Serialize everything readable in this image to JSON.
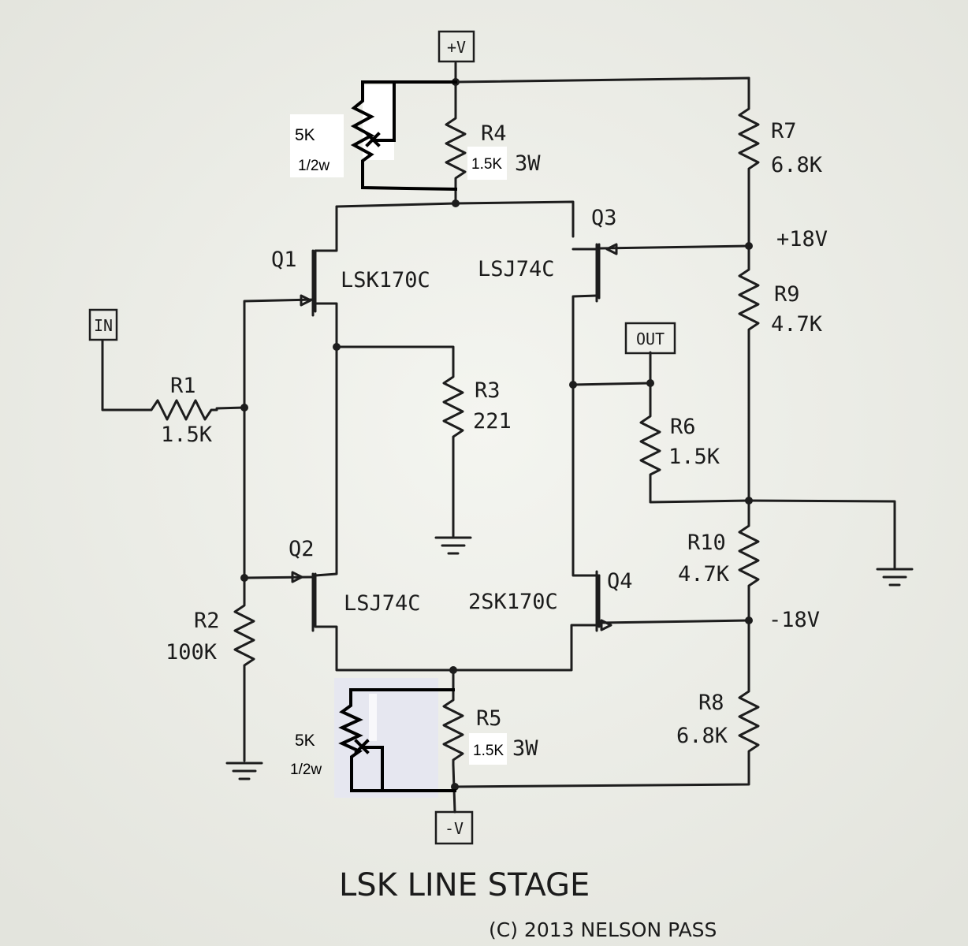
{
  "title": "LSK LINE STAGE",
  "copyright": "(C) 2013 NELSON PASS",
  "ports": {
    "vplus": "+V",
    "vminus": "-V",
    "in": "IN",
    "out": "OUT"
  },
  "rails": {
    "pos": "+18V",
    "neg": "-18V"
  },
  "transistors": {
    "q1": {
      "ref": "Q1",
      "part": "LSK170C"
    },
    "q2": {
      "ref": "Q2",
      "part": "LSJ74C"
    },
    "q3": {
      "ref": "Q3",
      "part": "LSJ74C"
    },
    "q4": {
      "ref": "Q4",
      "part": "2SK170C"
    }
  },
  "resistors": {
    "r1": {
      "ref": "R1",
      "value": "1.5K"
    },
    "r2": {
      "ref": "R2",
      "value": "100K"
    },
    "r3": {
      "ref": "R3",
      "value": "221"
    },
    "r4": {
      "ref": "R4",
      "value": "1.5K",
      "power": "3W"
    },
    "r5": {
      "ref": "R5",
      "value": "1.5K",
      "power": "3W"
    },
    "r6": {
      "ref": "R6",
      "value": "1.5K"
    },
    "r7": {
      "ref": "R7",
      "value": "6.8K"
    },
    "r8": {
      "ref": "R8",
      "value": "6.8K"
    },
    "r9": {
      "ref": "R9",
      "value": "4.7K"
    },
    "r10": {
      "ref": "R10",
      "value": "4.7K"
    }
  },
  "trimpots": {
    "top": {
      "value": "5K",
      "power": "1/2w"
    },
    "bottom": {
      "value": "5K",
      "power": "1/2w"
    }
  }
}
